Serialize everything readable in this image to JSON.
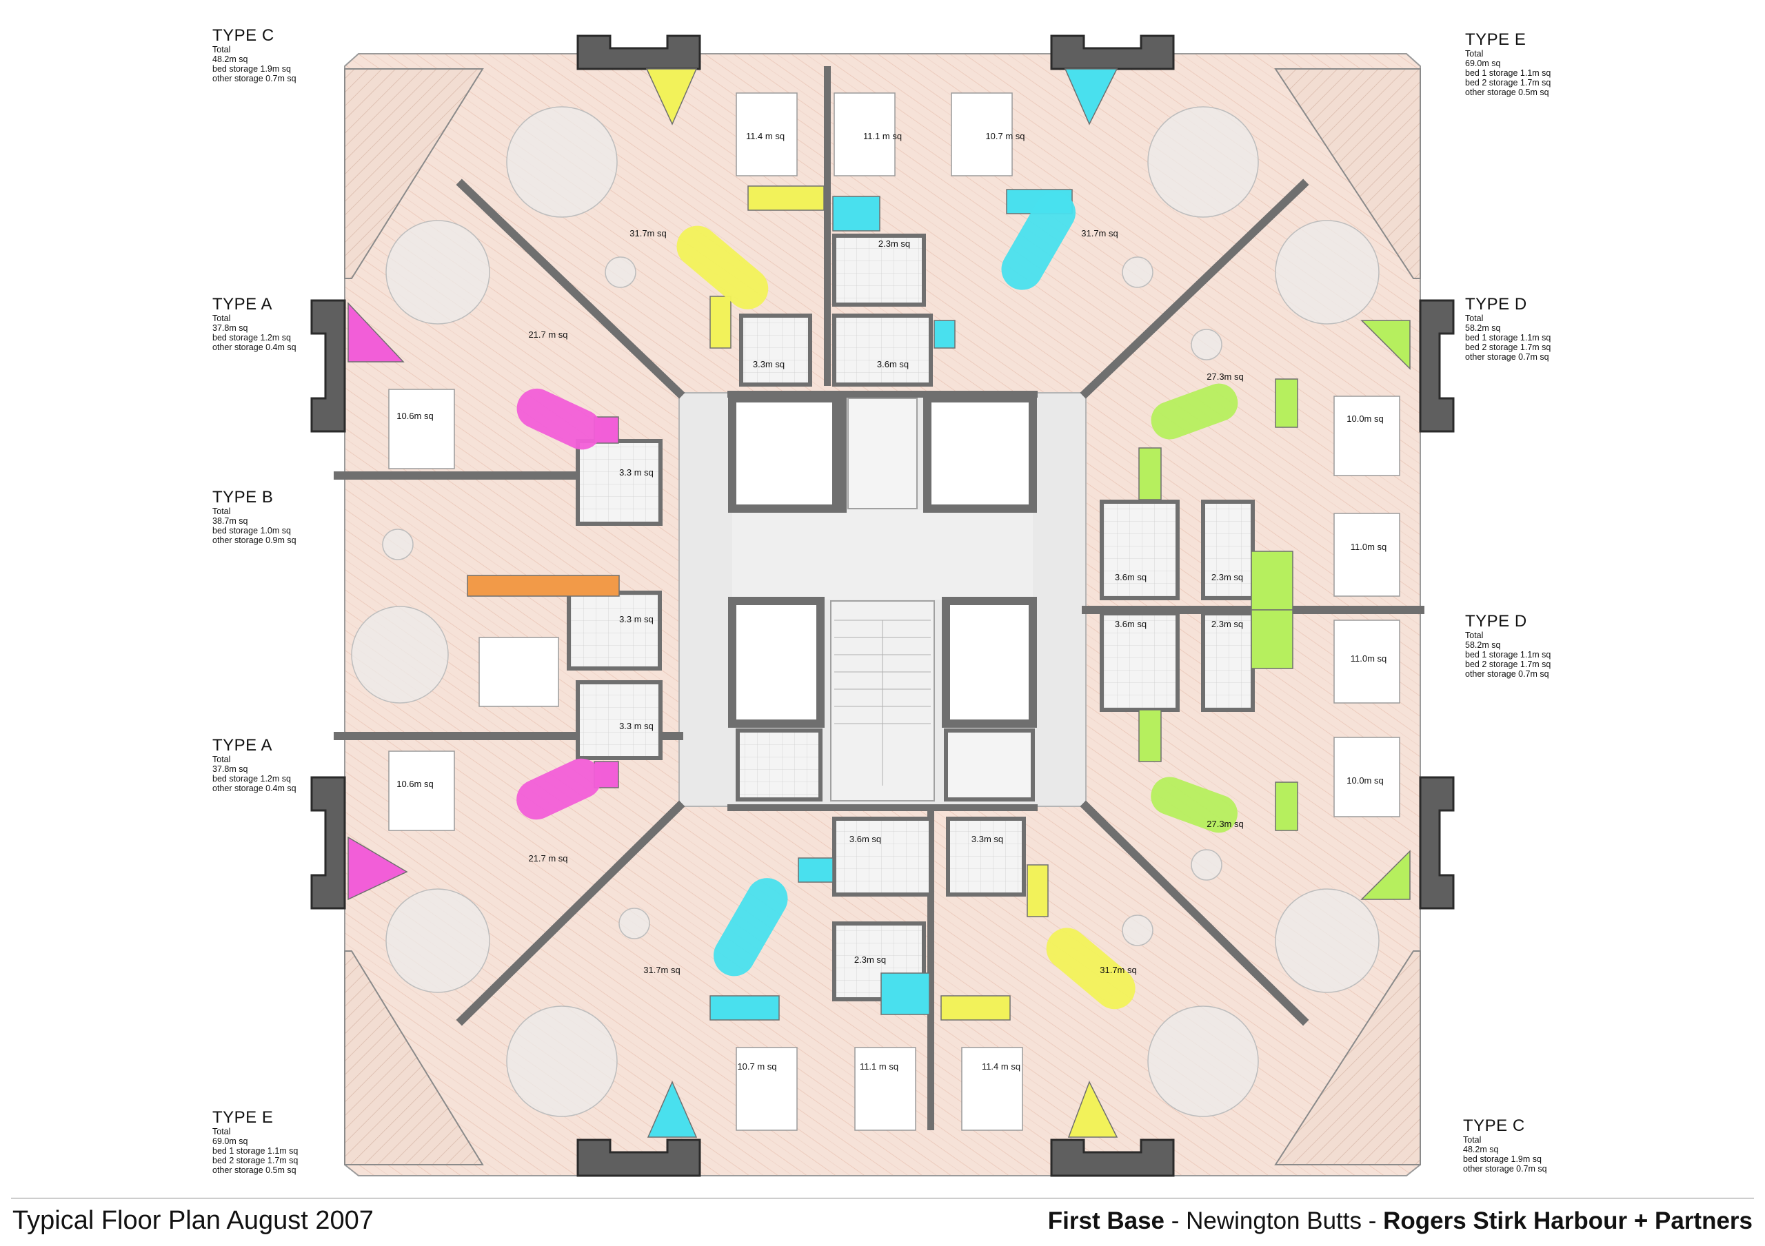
{
  "unit_types": [
    {
      "id": "tl",
      "name": "TYPE C",
      "lines": [
        "Total",
        "48.2m sq",
        "bed storage 1.9m sq",
        "other storage 0.7m sq"
      ]
    },
    {
      "id": "tr",
      "name": "TYPE E",
      "lines": [
        "Total",
        "69.0m sq",
        "bed 1 storage 1.1m sq",
        "bed 2 storage 1.7m sq",
        "other storage 0.5m sq"
      ]
    },
    {
      "id": "l1",
      "name": "TYPE A",
      "lines": [
        "Total",
        "37.8m sq",
        "bed storage 1.2m sq",
        "other storage 0.4m sq"
      ]
    },
    {
      "id": "l2",
      "name": "TYPE B",
      "lines": [
        "Total",
        "38.7m sq",
        "bed storage 1.0m sq",
        "other storage 0.9m sq"
      ]
    },
    {
      "id": "l3",
      "name": "TYPE A",
      "lines": [
        "Total",
        "37.8m sq",
        "bed storage 1.2m sq",
        "other storage 0.4m sq"
      ]
    },
    {
      "id": "r1",
      "name": "TYPE D",
      "lines": [
        "Total",
        "58.2m sq",
        "bed 1 storage 1.1m sq",
        "bed 2 storage 1.7m sq",
        "other storage 0.7m sq"
      ]
    },
    {
      "id": "r2",
      "name": "TYPE D",
      "lines": [
        "Total",
        "58.2m sq",
        "bed 1 storage 1.1m sq",
        "bed 2 storage 1.7m sq",
        "other storage 0.7m sq"
      ]
    },
    {
      "id": "bl",
      "name": "TYPE E",
      "lines": [
        "Total",
        "69.0m sq",
        "bed 1 storage 1.1m sq",
        "bed 2 storage 1.7m sq",
        "other storage 0.5m sq"
      ]
    },
    {
      "id": "br",
      "name": "TYPE C",
      "lines": [
        "Total",
        "48.2m sq",
        "bed storage 1.9m sq",
        "other storage 0.7m sq"
      ]
    }
  ],
  "rooms": [
    "11.4 m sq",
    "11.1 m sq",
    "10.7 m sq",
    "31.7m sq",
    "2.3m sq",
    "31.7m sq",
    "3.3m sq",
    "3.6m sq",
    "21.7 m sq",
    "27.3m sq",
    "10.6m sq",
    "10.0m sq",
    "3.3 m sq",
    "11.0m sq",
    "3.6m sq",
    "2.3m sq",
    "3.3 m sq",
    "3.6m sq",
    "2.3m sq",
    "11.0m sq",
    "3.3 m sq",
    "10.6m sq",
    "10.0m sq",
    "21.7 m sq",
    "27.3m sq",
    "3.6m sq",
    "3.3m sq",
    "31.7m sq",
    "2.3m sq",
    "31.7m sq",
    "10.7 m sq",
    "11.1 m sq",
    "11.4 m sq"
  ],
  "footer": {
    "title": "Typical Floor Plan August 2007",
    "project": "First Base",
    "sep1": " - ",
    "location": "Newington Butts",
    "sep2": " - ",
    "architect": "Rogers Stirk Harbour + Partners"
  },
  "colors": {
    "floor": "#f6e2d8",
    "core": "#e9e9e9",
    "wall": "#6f6f6f",
    "tile": "#f3f3f3",
    "storage_yellow": "#f2f25a",
    "storage_cyan": "#49e0ee",
    "storage_magenta": "#f25ed8",
    "storage_green": "#b6ef5e",
    "storage_orange": "#f29a48"
  }
}
